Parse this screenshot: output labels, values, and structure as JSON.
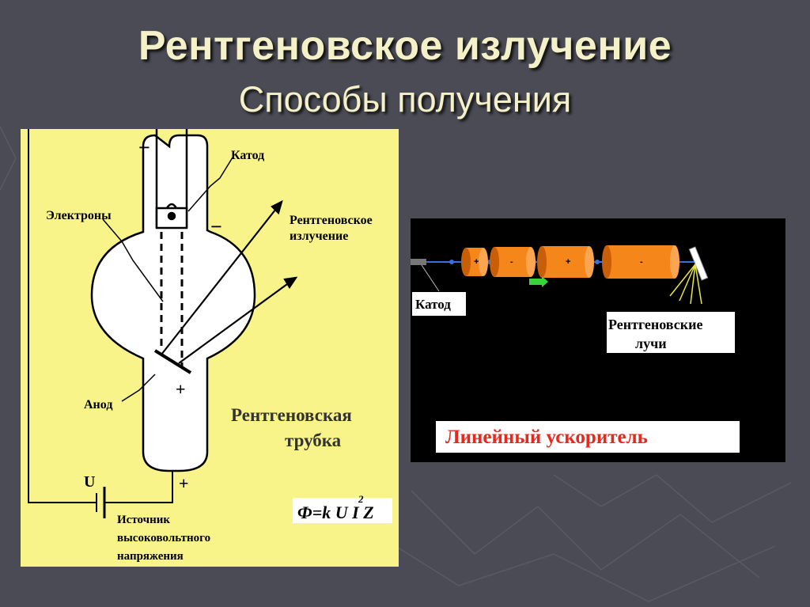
{
  "slide": {
    "title": "Рентгеновское излучение",
    "subtitle": "Способы получения"
  },
  "tube_diagram": {
    "minus_top": "−",
    "cathode_label": "Катод",
    "electrons_label": "Электроны",
    "minus_side": "−",
    "xray_label_1": "Рентгеновское",
    "xray_label_2": "излучение",
    "anode_label": "Анод",
    "plus_anode": "+",
    "tube_label_1": "Рентгеновская",
    "tube_label_2": "трубка",
    "u_label": "U",
    "plus_source": "+",
    "source_label_1": "Источник",
    "source_label_2": "высоковольтного",
    "source_label_3": "напряжения",
    "formula_main": "Ф=k U I Z",
    "formula_exp": "2",
    "colors": {
      "panel": "#f9f48a",
      "tube": "#ffffff",
      "stroke": "#000000"
    }
  },
  "accelerator_diagram": {
    "cathode_label": "Катод",
    "xray_label_1": "Рентгеновские",
    "xray_label_2": "лучи",
    "caption": "Линейный ускоритель",
    "tube_signs": [
      "+",
      "-",
      "+",
      "-"
    ],
    "colors": {
      "panel": "#000000",
      "tube": "#f5861a",
      "caption": "#e8281e"
    }
  }
}
